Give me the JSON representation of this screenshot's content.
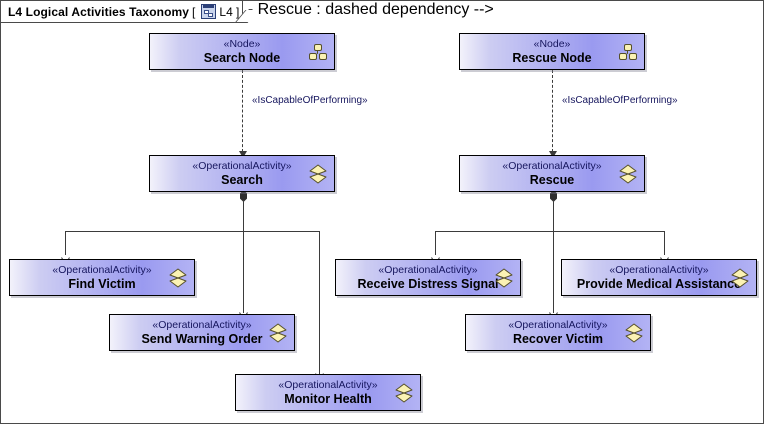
{
  "frame": {
    "title": "L4 Logical Activities Taxonomy",
    "bracket_open": "[",
    "bracket_close": "]",
    "diagram_kind_label": "L4",
    "diagram_icon": "diagram-icon"
  },
  "stereotypes": {
    "node": "«Node»",
    "operational_activity": "«OperationalActivity»"
  },
  "elements": {
    "search_node": {
      "stereotype": "«Node»",
      "name": "Search Node",
      "icon": "node-icon"
    },
    "rescue_node": {
      "stereotype": "«Node»",
      "name": "Rescue Node",
      "icon": "node-icon"
    },
    "search": {
      "stereotype": "«OperationalActivity»",
      "name": "Search",
      "icon": "activity-icon"
    },
    "rescue": {
      "stereotype": "«OperationalActivity»",
      "name": "Rescue",
      "icon": "activity-icon"
    },
    "find_victim": {
      "stereotype": "«OperationalActivity»",
      "name": "Find Victim",
      "icon": "activity-icon"
    },
    "send_warning_order": {
      "stereotype": "«OperationalActivity»",
      "name": "Send Warning Order",
      "icon": "activity-icon"
    },
    "monitor_health": {
      "stereotype": "«OperationalActivity»",
      "name": "Monitor Health",
      "icon": "activity-icon"
    },
    "receive_distress": {
      "stereotype": "«OperationalActivity»",
      "name": "Receive Distress Signal",
      "icon": "activity-icon"
    },
    "provide_medical": {
      "stereotype": "«OperationalActivity»",
      "name": "Provide Medical Assistance",
      "icon": "activity-icon"
    },
    "recover_victim": {
      "stereotype": "«OperationalActivity»",
      "name": "Recover Victim",
      "icon": "activity-icon"
    }
  },
  "connectors": {
    "search_capable_label": "«IsCapableOfPerforming»",
    "rescue_capable_label": "«IsCapableOfPerforming»"
  },
  "colors": {
    "box_border": "#000000",
    "box_fill_light": "#f3f2fb",
    "box_fill_dark": "#9a9af0",
    "stereotype_text": "#16165e",
    "name_text": "#000000",
    "connector": "#3b3b3b",
    "frame_border": "#4a4a4a",
    "icon_yellow": "#fbf2b4"
  }
}
